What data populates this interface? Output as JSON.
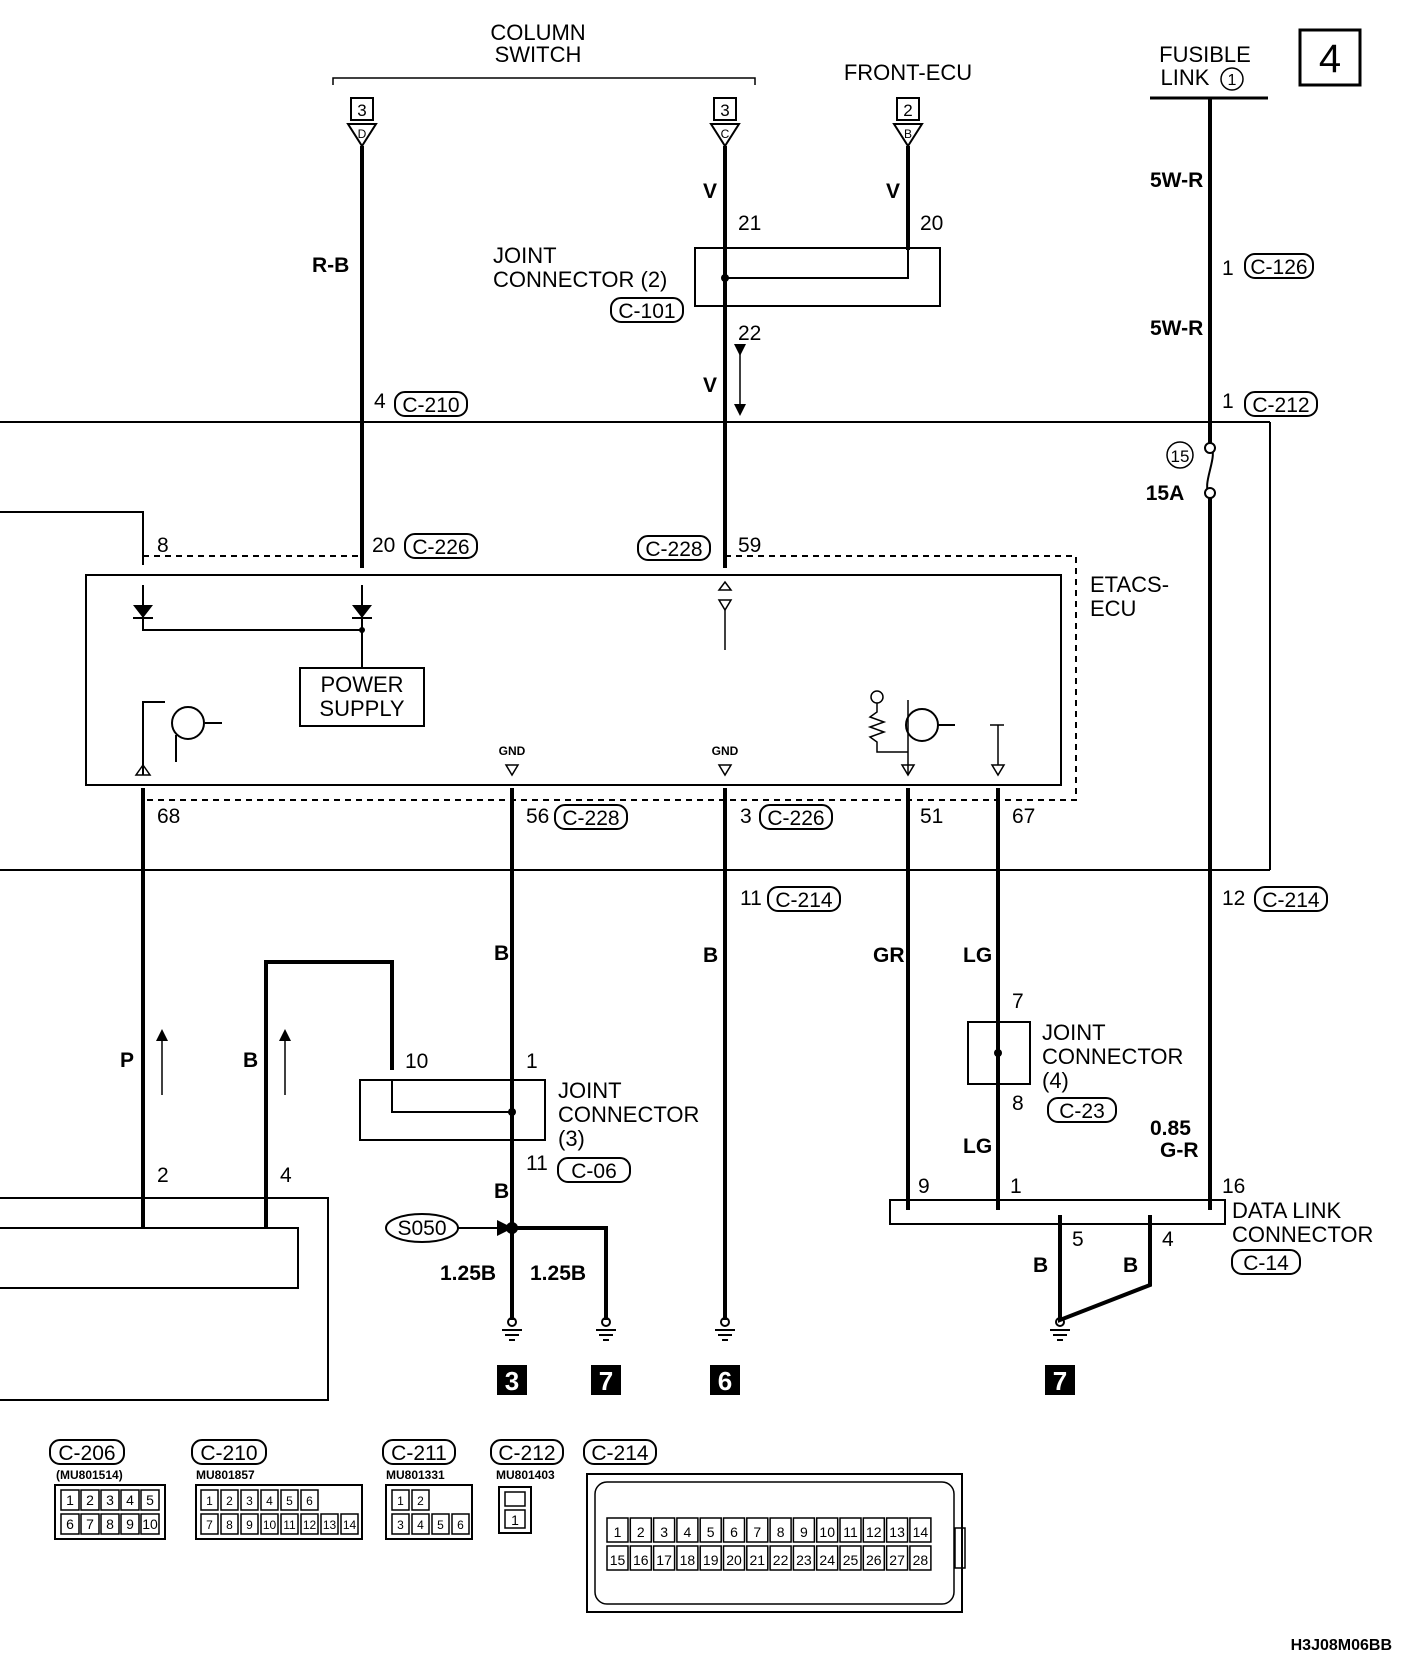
{
  "page_no": "4",
  "column_switch": {
    "label_1": "COLUMN",
    "label_2": "SWITCH",
    "pages": [
      "3",
      "3"
    ],
    "letters": [
      "D",
      "C"
    ]
  },
  "front_ecu": {
    "label": "FRONT-ECU",
    "page": "2",
    "letter": "B"
  },
  "fusible_link": {
    "label_1": "FUSIBLE",
    "label_2": "LINK",
    "num": "1"
  },
  "wires": {
    "rb": "R-B",
    "v1": "V",
    "v2": "V",
    "v3": "V",
    "w5r1": "5W-R",
    "w5r2": "5W-R",
    "b1": "B",
    "b2": "B",
    "b3": "B",
    "p": "P",
    "b4": "B",
    "gr": "GR",
    "lg1": "LG",
    "lg2": "LG",
    "g085_1": "0.85",
    "g085_2": "G-R",
    "b125a": "1.25B",
    "b125b": "1.25B",
    "b5": "B",
    "b6": "B"
  },
  "joint2": {
    "label_1": "JOINT",
    "label_2": "CONNECTOR (2)",
    "conn": "C-101",
    "p21": "21",
    "p20": "20",
    "p22": "22"
  },
  "joint3": {
    "label_1": "JOINT",
    "label_2": "CONNECTOR",
    "label_3": "(3)",
    "conn": "C-06",
    "p10": "10",
    "p1": "1",
    "p11": "11"
  },
  "joint4": {
    "label_1": "JOINT",
    "label_2": "CONNECTOR",
    "label_3": "(4)",
    "conn": "C-23",
    "p7": "7",
    "p8": "8"
  },
  "conns": {
    "c126": "C-126",
    "c210": "C-210",
    "c212": "C-212",
    "c226a": "C-226",
    "c228a": "C-228",
    "c228b": "C-228",
    "c226b": "C-226",
    "c214a": "C-214",
    "c214b": "C-214"
  },
  "pins": {
    "p1a": "1",
    "p4": "4",
    "p1b": "1",
    "p8": "8",
    "p20": "20",
    "p59": "59",
    "p68": "68",
    "p56": "56",
    "p3": "3",
    "p51": "51",
    "p67": "67",
    "p11": "11",
    "p12": "12",
    "p2": "2",
    "p4b": "4",
    "p9": "9",
    "p1c": "1",
    "p16": "16",
    "p5": "5",
    "p4c": "4"
  },
  "fuse": {
    "num": "15",
    "rating": "15A"
  },
  "etacs": {
    "label_1": "ETACS-",
    "label_2": "ECU",
    "gnd1": "GND",
    "gnd2": "GND",
    "power_1": "POWER",
    "power_2": "SUPPLY"
  },
  "dlc": {
    "label_1": "DATA LINK",
    "label_2": "CONNECTOR",
    "conn": "C-14"
  },
  "splice": "S050",
  "grounds": [
    "3",
    "7",
    "6",
    "7"
  ],
  "connector_views": [
    {
      "id": "C-206",
      "part": "(MU801514)",
      "row1": [
        "1",
        "2",
        "3",
        "4",
        "5"
      ],
      "row2": [
        "6",
        "7",
        "8",
        "9",
        "10"
      ]
    },
    {
      "id": "C-210",
      "part": "MU801857",
      "row1": [
        "1",
        "2",
        "3",
        "4",
        "5",
        "6"
      ],
      "row2": [
        "7",
        "8",
        "9",
        "10",
        "11",
        "12",
        "13",
        "14"
      ]
    },
    {
      "id": "C-211",
      "part": "MU801331",
      "row1": [
        "1",
        "2"
      ],
      "row2": [
        "3",
        "4",
        "5",
        "6"
      ]
    },
    {
      "id": "C-212",
      "part": "MU801403",
      "row1": [
        "1"
      ],
      "row2": []
    },
    {
      "id": "C-214",
      "part": "",
      "row1": [
        "1",
        "2",
        "3",
        "4",
        "5",
        "6",
        "7",
        "8",
        "9",
        "10",
        "11",
        "12",
        "13",
        "14"
      ],
      "row2": [
        "15",
        "16",
        "17",
        "18",
        "19",
        "20",
        "21",
        "22",
        "23",
        "24",
        "25",
        "26",
        "27",
        "28"
      ]
    }
  ],
  "code": "H3J08M06BB"
}
